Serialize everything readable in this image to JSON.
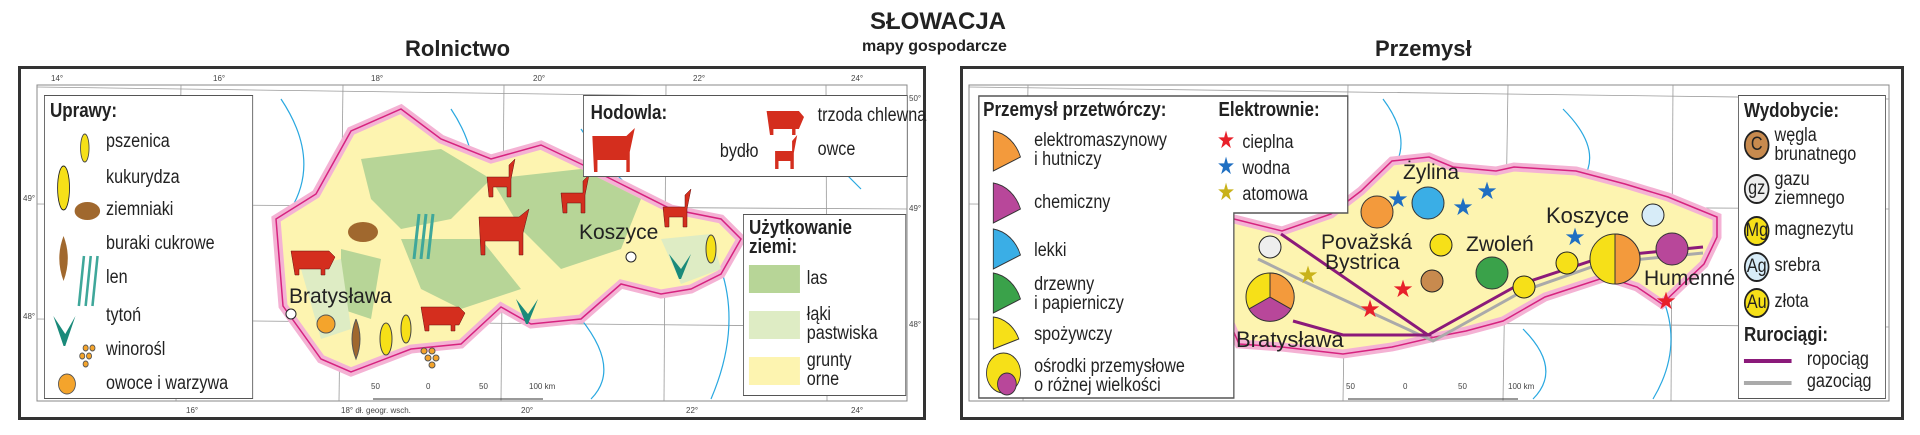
{
  "title": "SŁOWACJA",
  "subtitle": "mapy gospodarcze",
  "left": {
    "title": "Rolnictwo",
    "crops": {
      "heading": "Uprawy:",
      "items": [
        {
          "label": "pszenica",
          "icon": "wheat-icon"
        },
        {
          "label": "kukurydza",
          "icon": "corn-icon"
        },
        {
          "label": "ziemniaki",
          "icon": "potato-icon"
        },
        {
          "label": "buraki cukrowe",
          "icon": "beet-icon"
        },
        {
          "label": "len",
          "icon": "flax-icon"
        },
        {
          "label": "tytoń",
          "icon": "tobacco-icon"
        },
        {
          "label": "winorośl",
          "icon": "grape-icon"
        },
        {
          "label": "owoce i warzywa",
          "icon": "fruit-icon"
        }
      ]
    },
    "livestock": {
      "heading": "Hodowla:",
      "items": [
        {
          "label": "bydło",
          "icon": "cattle-icon"
        },
        {
          "label": "trzoda chlewna",
          "icon": "pig-icon"
        },
        {
          "label": "owce",
          "icon": "sheep-icon"
        }
      ]
    },
    "landuse": {
      "heading_1": "Użytkowanie",
      "heading_2": "ziemi:",
      "items": [
        {
          "label_1": "las",
          "label_2": "",
          "color": "#b7d597"
        },
        {
          "label_1": "łąki",
          "label_2": "pastwiska",
          "color": "#deecc4"
        },
        {
          "label_1": "grunty",
          "label_2": "orne",
          "color": "#fdf4b0"
        }
      ]
    },
    "cities": [
      "Bratysława",
      "Koszyce"
    ],
    "scale": [
      "50",
      "0",
      "50",
      "100 km"
    ],
    "ticks_top": [
      "14°",
      "16°",
      "18°",
      "20°",
      "22°",
      "24°"
    ],
    "ticks_bottom": [
      "16°",
      "18° dł. geogr. wsch.",
      "20°",
      "22°",
      "24°"
    ],
    "ticks_side": [
      "49°",
      "48°",
      "50°",
      "49°",
      "48°"
    ]
  },
  "right": {
    "title": "Przemysł",
    "industry": {
      "heading": "Przemysł przetwórczy:",
      "items": [
        {
          "label_1": "elektromaszynowy",
          "label_2": "i hutniczy",
          "color": "#f39a3c"
        },
        {
          "label_1": "chemiczny",
          "label_2": "",
          "color": "#b8479a"
        },
        {
          "label_1": "lekki",
          "label_2": "",
          "color": "#3aaee6"
        },
        {
          "label_1": "drzewny",
          "label_2": "i papierniczy",
          "color": "#3aa24a"
        },
        {
          "label_1": "spożywczy",
          "label_2": "",
          "color": "#f6e018"
        }
      ],
      "centers_1": "ośrodki przemysłowe",
      "centers_2": "o różnej wielkości"
    },
    "power": {
      "heading": "Elektrownie:",
      "items": [
        {
          "label": "cieplna",
          "color": "#e8202a"
        },
        {
          "label": "wodna",
          "color": "#1f6fc2"
        },
        {
          "label": "atomowa",
          "color": "#c9b21a"
        }
      ]
    },
    "mining": {
      "heading": "Wydobycie:",
      "items": [
        {
          "symbol": "C",
          "label_1": "węgla",
          "label_2": "brunatnego",
          "color": "#c88a4e"
        },
        {
          "symbol": "gz",
          "label_1": "gazu",
          "label_2": "ziemnego",
          "color": "#eeeeee"
        },
        {
          "symbol": "Mg",
          "label_1": "magnezytu",
          "label_2": "",
          "color": "#f6e018"
        },
        {
          "symbol": "Ag",
          "label_1": "srebra",
          "label_2": "",
          "color": "#d7ecf8"
        },
        {
          "symbol": "Au",
          "label_1": "złota",
          "label_2": "",
          "color": "#f6e018"
        }
      ]
    },
    "pipes": {
      "heading": "Rurociągi:",
      "items": [
        {
          "label": "ropociąg",
          "color": "#8b1a7a"
        },
        {
          "label": "gazociąg",
          "color": "#aaaaaa"
        }
      ]
    },
    "cities": [
      "Żylina",
      "Považská",
      "Bystrica",
      "Zwoleń",
      "Koszyce",
      "Humenné",
      "Bratysława"
    ],
    "scale": [
      "50",
      "0",
      "50",
      "100 km"
    ]
  }
}
